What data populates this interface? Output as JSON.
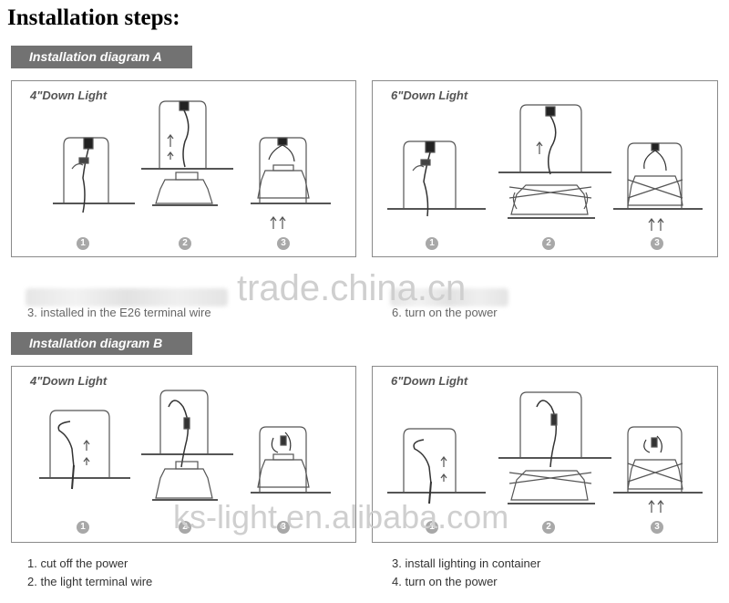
{
  "page": {
    "title": "Installation steps:"
  },
  "diagram_a": {
    "label": "Installation diagram A",
    "left": {
      "title": "4\"Down Light",
      "steps": [
        "1",
        "2",
        "3"
      ]
    },
    "right": {
      "title": "6\"Down Light",
      "steps": [
        "1",
        "2",
        "3"
      ]
    },
    "notes": [
      "3. installed in the E26 terminal wire",
      "6. turn on the power"
    ]
  },
  "diagram_b": {
    "label": "Installation diagram B",
    "left": {
      "title": "4\"Down Light",
      "steps": [
        "1",
        "2",
        "3"
      ]
    },
    "right": {
      "title": "6\"Down Light",
      "steps": [
        "1",
        "2",
        "3"
      ]
    },
    "notes": [
      "1. cut off the power",
      "2. the light terminal wire",
      "3. install lighting in container",
      "4. turn on the power"
    ]
  },
  "watermarks": [
    "trade.china.cn",
    "ks-light.en.alibaba.com"
  ]
}
